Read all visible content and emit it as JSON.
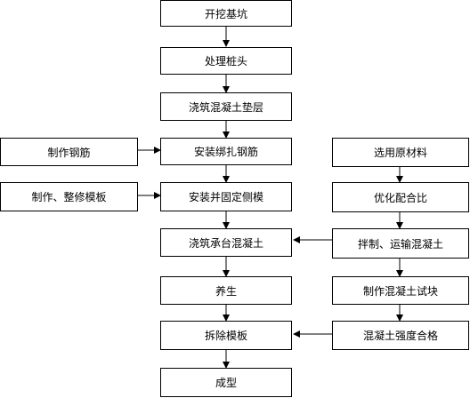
{
  "main_flow": [
    "开挖基坑",
    "处理桩头",
    "浇筑混凝土垫层",
    "安装绑扎钢筋",
    "安装并固定侧模",
    "浇筑承台混凝土",
    "养生",
    "拆除模板",
    "成型"
  ],
  "left_inputs": [
    "制作钢筋",
    "制作、整修模板"
  ],
  "right_flow": [
    "选用原材料",
    "优化配合比",
    "拌制、运输混凝土",
    "制作混凝土试块",
    "混凝土强度合格"
  ]
}
